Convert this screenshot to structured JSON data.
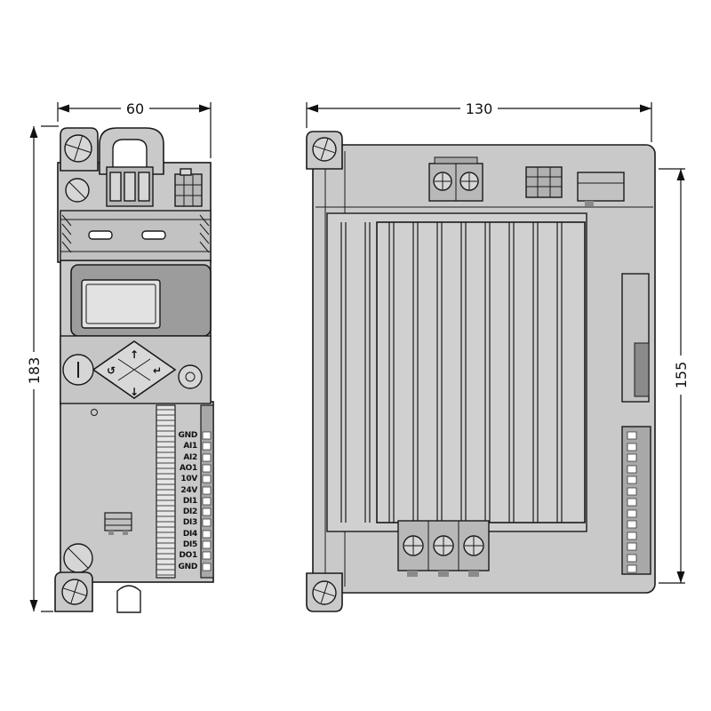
{
  "dimensions": {
    "front_width_mm": "60",
    "front_height_mm": "183",
    "side_depth_mm": "130",
    "side_height_mm": "155"
  },
  "terminals": {
    "labels": [
      "GND",
      "AI1",
      "AI2",
      "AO1",
      "10V",
      "24V",
      "DI1",
      "DI2",
      "DI3",
      "DI4",
      "DI5",
      "DO1",
      "GND"
    ]
  },
  "keypad": {
    "up_icon": "↑",
    "down_icon": "↓",
    "back_icon": "↺",
    "enter_icon": "↵"
  },
  "colors": {
    "outline": "#1a1a1a",
    "body": "#c9c9c9",
    "bezel": "#9c9c9c",
    "lcd": "#e2e2e2"
  }
}
